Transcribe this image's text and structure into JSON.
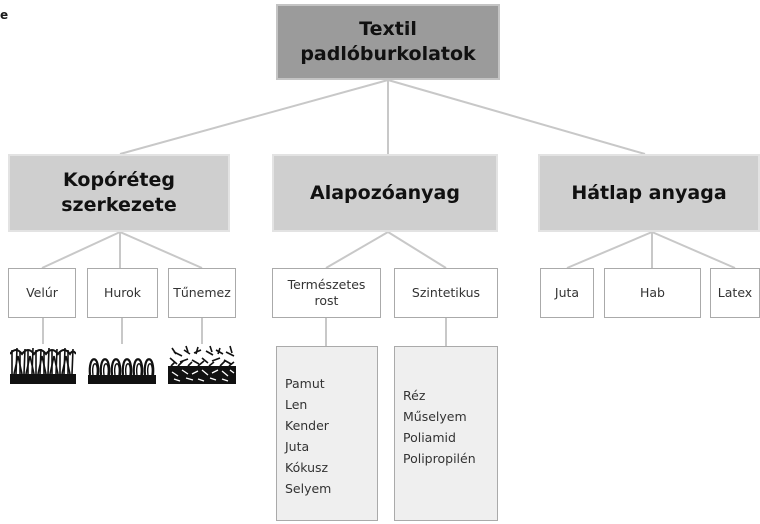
{
  "corner_text": "e",
  "root": {
    "lines": [
      "Textil",
      "padlóburkolatok"
    ]
  },
  "categories": [
    {
      "lines": [
        "Kopóréteg",
        "szerkezete"
      ]
    },
    {
      "lines": [
        "Alapozóanyag"
      ]
    },
    {
      "lines": [
        "Hátlap anyaga"
      ]
    }
  ],
  "pile": [
    "Velúr",
    "Hurok",
    "Tűnemez"
  ],
  "base": {
    "natural": [
      "Természetes",
      "rost"
    ],
    "synthetic": "Szintetikus"
  },
  "backing": [
    "Juta",
    "Hab",
    "Latex"
  ],
  "natural_fibers": [
    "Pamut",
    "Len",
    "Kender",
    "Juta",
    "Kókusz",
    "Selyem"
  ],
  "synthetic_fibers": [
    "Réz",
    "Műselyem",
    "Poliamid",
    "Polipropilén"
  ],
  "colors": {
    "line": "#c8c8c8",
    "root_fill": "#9b9b9b",
    "category_fill": "#cfcfcf",
    "list_fill": "#efefef"
  }
}
